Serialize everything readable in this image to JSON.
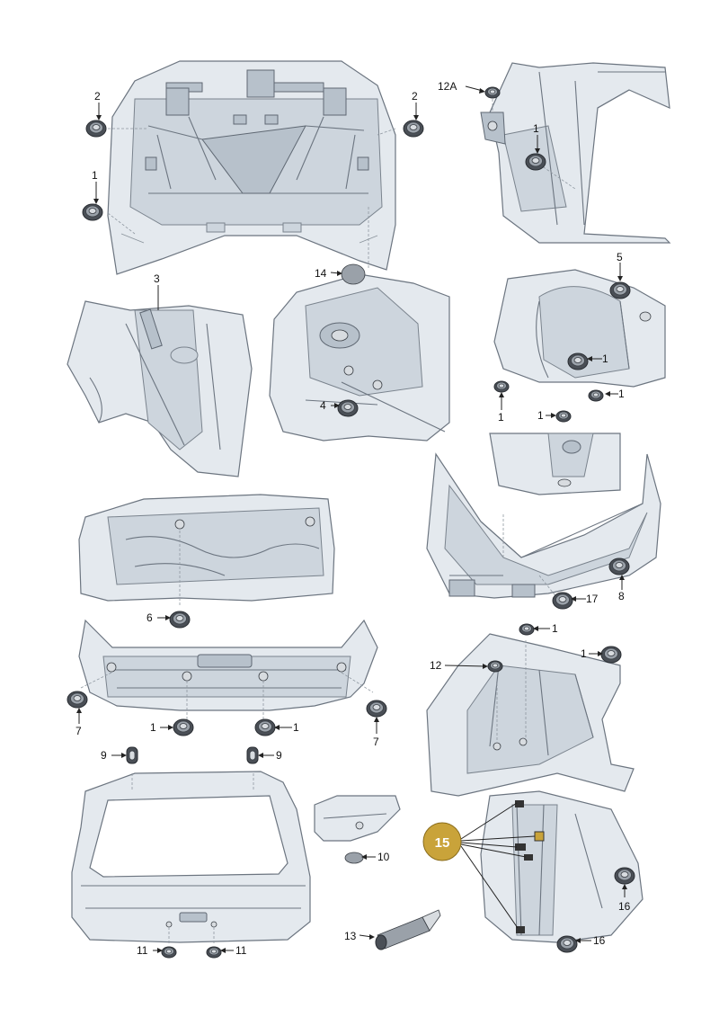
{
  "callouts": {
    "c2_left": "2",
    "c2_right": "2",
    "c1_hood": "1",
    "c12a": "12A",
    "c1_quarter": "1",
    "c14": "14",
    "c3": "3",
    "c5": "5",
    "c1_arch_a": "1",
    "c1_arch_b": "1",
    "c1_arch_c": "1",
    "c4": "4",
    "c1_sill": "1",
    "c6": "6",
    "c8": "8",
    "c17": "17",
    "c1_rear_a": "1",
    "c1_rear_b": "1",
    "c12": "12",
    "c7_left": "7",
    "c1_panel_a": "1",
    "c1_panel_b": "1",
    "c7_right": "7",
    "c9_left": "9",
    "c9_right": "9",
    "c10": "10",
    "c15": "15",
    "c16_a": "16",
    "c16_b": "16",
    "c13": "13",
    "c11_left": "11",
    "c11_right": "11"
  },
  "colors": {
    "panel_fill": "#e4e9ee",
    "line": "#6c7580",
    "plug": "#4a4f56",
    "badge": "#c9a33a"
  }
}
